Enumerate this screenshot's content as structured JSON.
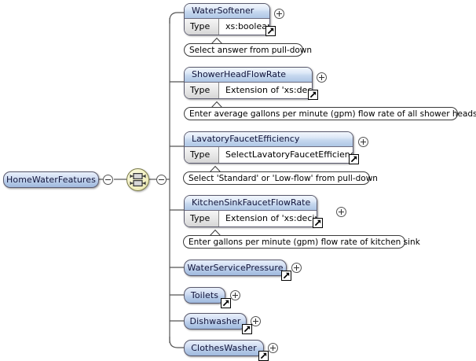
{
  "diagram": {
    "kind": "xml-schema-tree",
    "root": {
      "name": "HomeWaterFeatures",
      "toggle": "minus"
    },
    "compositor": {
      "kind": "all-model-group",
      "toggle": "minus"
    },
    "type_label": "Type",
    "nodes": [
      {
        "name": "WaterSoftener",
        "type_value": "xs:boolean",
        "toggle": "plus",
        "has_detail_arrow": true,
        "annotation": "Select answer from pull-down"
      },
      {
        "name": "ShowerHeadFlowRate",
        "type_value": "Extension of 'xs:decimal'",
        "toggle": "plus",
        "has_detail_arrow": true,
        "annotation": "Enter average gallons per minute (gpm) flow rate of all shower heads."
      },
      {
        "name": "LavatoryFaucetEfficiency",
        "type_value": "SelectLavatoryFaucetEfficiency",
        "toggle": "plus",
        "has_detail_arrow": true,
        "annotation": "Select 'Standard' or 'Low-flow' from pull-down"
      },
      {
        "name": "KitchenSinkFaucetFlowRate",
        "type_value": "Extension of 'xs:decimal'",
        "toggle": "plus",
        "has_detail_arrow": true,
        "annotation": "Enter gallons per minute (gpm) flow rate of kitchen sink"
      },
      {
        "name": "WaterServicePressure",
        "type_value": null,
        "toggle": "plus",
        "has_detail_arrow": true,
        "annotation": null
      },
      {
        "name": "Toilets",
        "type_value": null,
        "toggle": "plus",
        "has_detail_arrow": true,
        "annotation": null
      },
      {
        "name": "Dishwasher",
        "type_value": null,
        "toggle": "plus",
        "has_detail_arrow": true,
        "annotation": null
      },
      {
        "name": "ClothesWasher",
        "type_value": null,
        "toggle": "plus",
        "has_detail_arrow": true,
        "annotation": null
      }
    ],
    "colors": {
      "node_header_blue": "#aec6e5",
      "node_border": "#5a5a6e",
      "compositor_yellow": "#f4f2c4",
      "background": "#ffffff",
      "connector_line": "#555555"
    }
  }
}
